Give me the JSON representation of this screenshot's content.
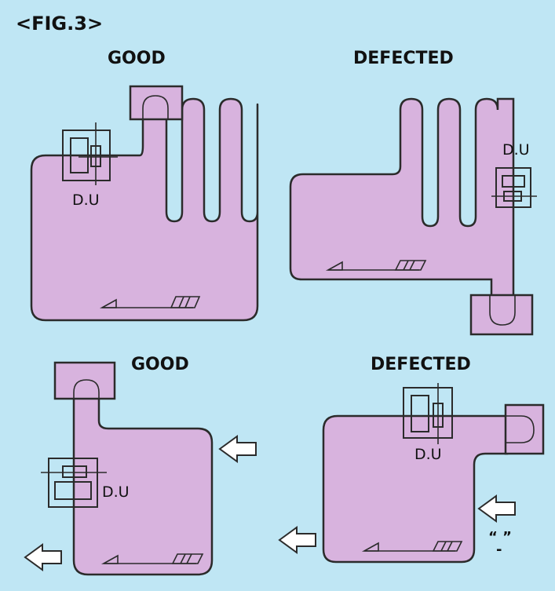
{
  "figure_label": "<FIG.3>",
  "panels": [
    {
      "title": "GOOD",
      "unit_label": "D.U"
    },
    {
      "title": "DEFECTED",
      "unit_label": "D.U"
    },
    {
      "title": "GOOD",
      "unit_label": "D.U"
    },
    {
      "title": "DEFECTED",
      "unit_label": "D.U"
    }
  ],
  "extra_mark": "“ ”",
  "extra_mark_below": "-",
  "colors": {
    "background": "#bfe6f4",
    "part_fill": "#d8b3de",
    "outline": "#2b2b2b"
  }
}
